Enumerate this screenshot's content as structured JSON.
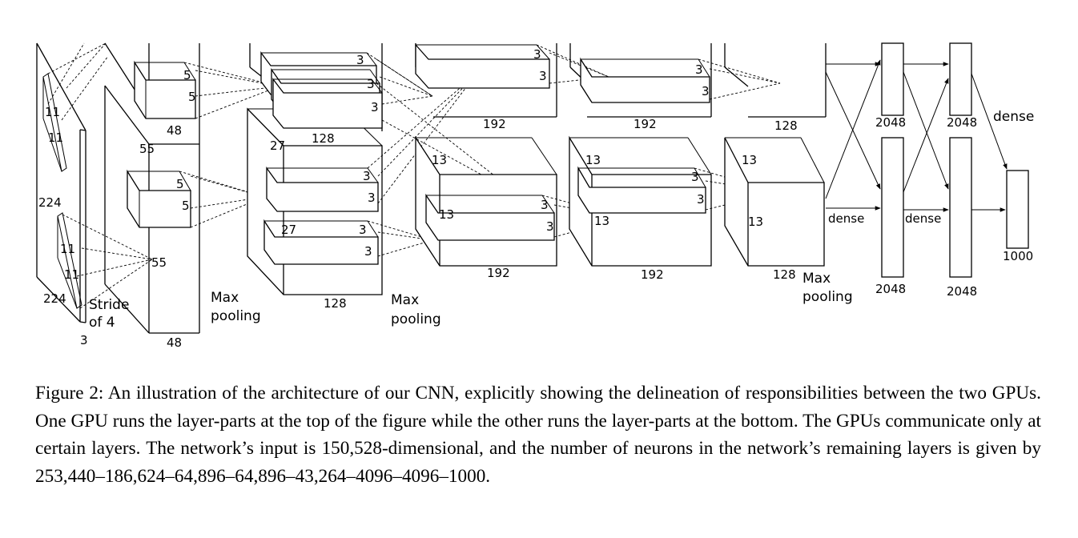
{
  "diagram": {
    "labels": {
      "input_size": "224",
      "input_size_bottom": "224",
      "input_depth": "3",
      "kernel_11_a": "11",
      "kernel_11_b": "11",
      "kernel_11_c": "11",
      "kernel_11_d": "11",
      "stride": "Stride",
      "stride_of": "of 4",
      "c1_size": "55",
      "c1_size_b": "55",
      "c1_depth": "48",
      "c1_top_depth": "48",
      "k5_top_a": "5",
      "k5_top_b": "5",
      "k5_bot_a": "5",
      "k5_bot_b": "5",
      "maxpool_1a": "Max",
      "maxpool_1b": "pooling",
      "c2_size": "27",
      "c2_size_b": "27",
      "c2_top_depth": "128",
      "c2_bot_depth": "128",
      "k3_c2t_a": "3",
      "k3_c2t_b": "3",
      "k3_c2t_c": "3",
      "k3_c2b_a": "3",
      "k3_c2b_b": "3",
      "k3_c2b_c": "3",
      "k3_c2b_d": "3",
      "maxpool_2a": "Max",
      "maxpool_2b": "pooling",
      "c3_top_depth": "192",
      "c3_bot_depth": "192",
      "c3_size": "13",
      "c3_size_b": "13",
      "k3_c3t_a": "3",
      "k3_c3t_b": "3",
      "k3_c3b_a": "3",
      "k3_c3b_b": "3",
      "c4_top_depth": "192",
      "c4_bot_depth": "192",
      "c4_size": "13",
      "c4_size_b": "13",
      "k3_c4t_a": "3",
      "k3_c4t_b": "3",
      "k3_c4b_a": "3",
      "k3_c4b_b": "3",
      "c5_top_depth": "128",
      "c5_bot_depth": "128",
      "c5_size": "13",
      "c5_size_b": "13",
      "maxpool_3a": "Max",
      "maxpool_3b": "pooling",
      "dense_1": "dense",
      "dense_2": "dense",
      "dense_3": "dense",
      "fc1_top": "2048",
      "fc1_bot": "2048",
      "fc2_top": "2048",
      "fc2_bot": "2048",
      "out_size": "1000"
    }
  },
  "caption": {
    "label": "Figure 2:",
    "text": "An illustration of the architecture of our CNN, explicitly showing the delineation of responsibilities between the two GPUs. One GPU runs the layer-parts at the top of the figure while the other runs the layer-parts at the bottom. The GPUs communicate only at certain layers. The network’s input is 150,528-dimensional, and the number of neurons in the network’s remaining layers is given by 253,440–186,624–64,896–64,896–43,264–4096–4096–1000."
  }
}
